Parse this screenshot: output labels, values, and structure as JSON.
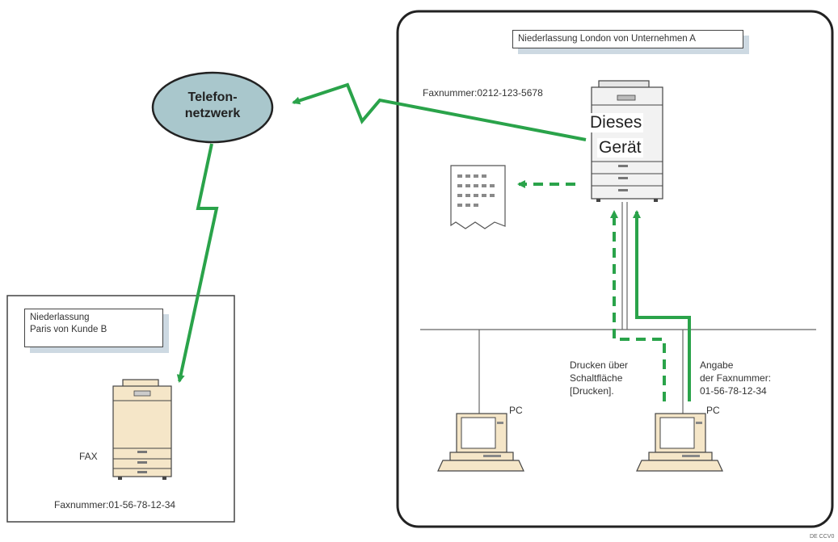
{
  "network": {
    "line1": "Telefon-",
    "line2": "netzwerk"
  },
  "london_office": {
    "title": "Niederlassung London von Unternehmen A",
    "fax_number": "Faxnummer:0212-123-5678",
    "device_line1": "Dieses",
    "device_line2": "Gerät",
    "pc_left_label": "PC",
    "pc_right_label": "PC",
    "print_note": [
      "Drucken über",
      "Schaltfläche",
      "[Drucken]."
    ],
    "fax_note": [
      "Angabe",
      "der Faxnummer:",
      "01-56-78-12-34"
    ]
  },
  "paris_office": {
    "title_line1": "Niederlassung",
    "title_line2": "Paris von Kunde B",
    "fax_label": "FAX",
    "fax_number": "Faxnummer:01-56-78-12-34"
  },
  "footer_code": "DE CCV0",
  "colors": {
    "arrow_green": "#2aa34a",
    "cloud_fill": "#a9c7cc",
    "device_beige": "#f5e6c8",
    "shadow": "#cdd9e2"
  }
}
